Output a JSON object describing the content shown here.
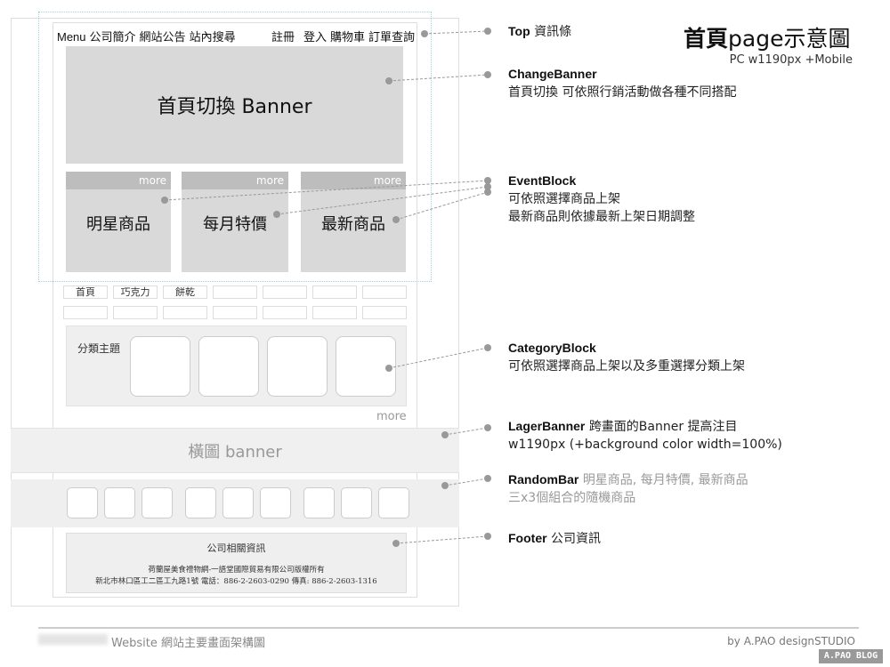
{
  "title": {
    "bold": "首頁",
    "rest": "page示意圖",
    "subtitle": "PC w1190px +Mobile"
  },
  "wireframe": {
    "top_menu_left": [
      "Menu",
      "公司簡介",
      "網站公告",
      "站內搜尋"
    ],
    "top_menu_right": [
      "註冊",
      "登入",
      "購物車",
      "訂單查詢"
    ],
    "banner": "首頁切換 Banner",
    "events": [
      {
        "more": "more",
        "label": "明星商品"
      },
      {
        "more": "more",
        "label": "每月特價"
      },
      {
        "more": "more",
        "label": "最新商品"
      }
    ],
    "nav_row1": [
      "首頁",
      "巧克力",
      "餅乾",
      "",
      "",
      "",
      ""
    ],
    "category_label": "分類主題",
    "more": "more",
    "large_banner": "橫圖 banner",
    "footer": {
      "title": "公司相關資訊",
      "line1": "荷蘭屋美食禮物網-一語堂國際貿易有限公司版權所有",
      "line2": "新北市林口區工二區工九路1號  電話：886-2-2603-0290  傳真: 886-2-2603-1316"
    }
  },
  "notes": {
    "top": {
      "name": "Top",
      "desc": "資訊條"
    },
    "change": {
      "name": "ChangeBanner",
      "desc": "首頁切換 可依照行銷活動做各種不同搭配"
    },
    "event": {
      "name": "EventBlock",
      "desc1": "可依照選擇商品上架",
      "desc2": "最新商品則依據最新上架日期調整"
    },
    "category": {
      "name": "CategoryBlock",
      "desc": "可依照選擇商品上架以及多重選擇分類上架"
    },
    "lager": {
      "name": "LagerBanner",
      "desc": "跨畫面的Banner 提高注目",
      "desc2": "w1190px (+background color width=100%)"
    },
    "random": {
      "name": "RandomBar",
      "desc": "明星商品, 每月特價, 最新商品",
      "desc2": "三x3個組合的隨機商品"
    },
    "footer": {
      "name": "Footer",
      "desc": "公司資訊"
    }
  },
  "bottom": {
    "caption": "Website 網站主要畫面架構圖",
    "credit": "by A.PAO designSTUDIO",
    "badge": "A.PAO BLOG"
  }
}
